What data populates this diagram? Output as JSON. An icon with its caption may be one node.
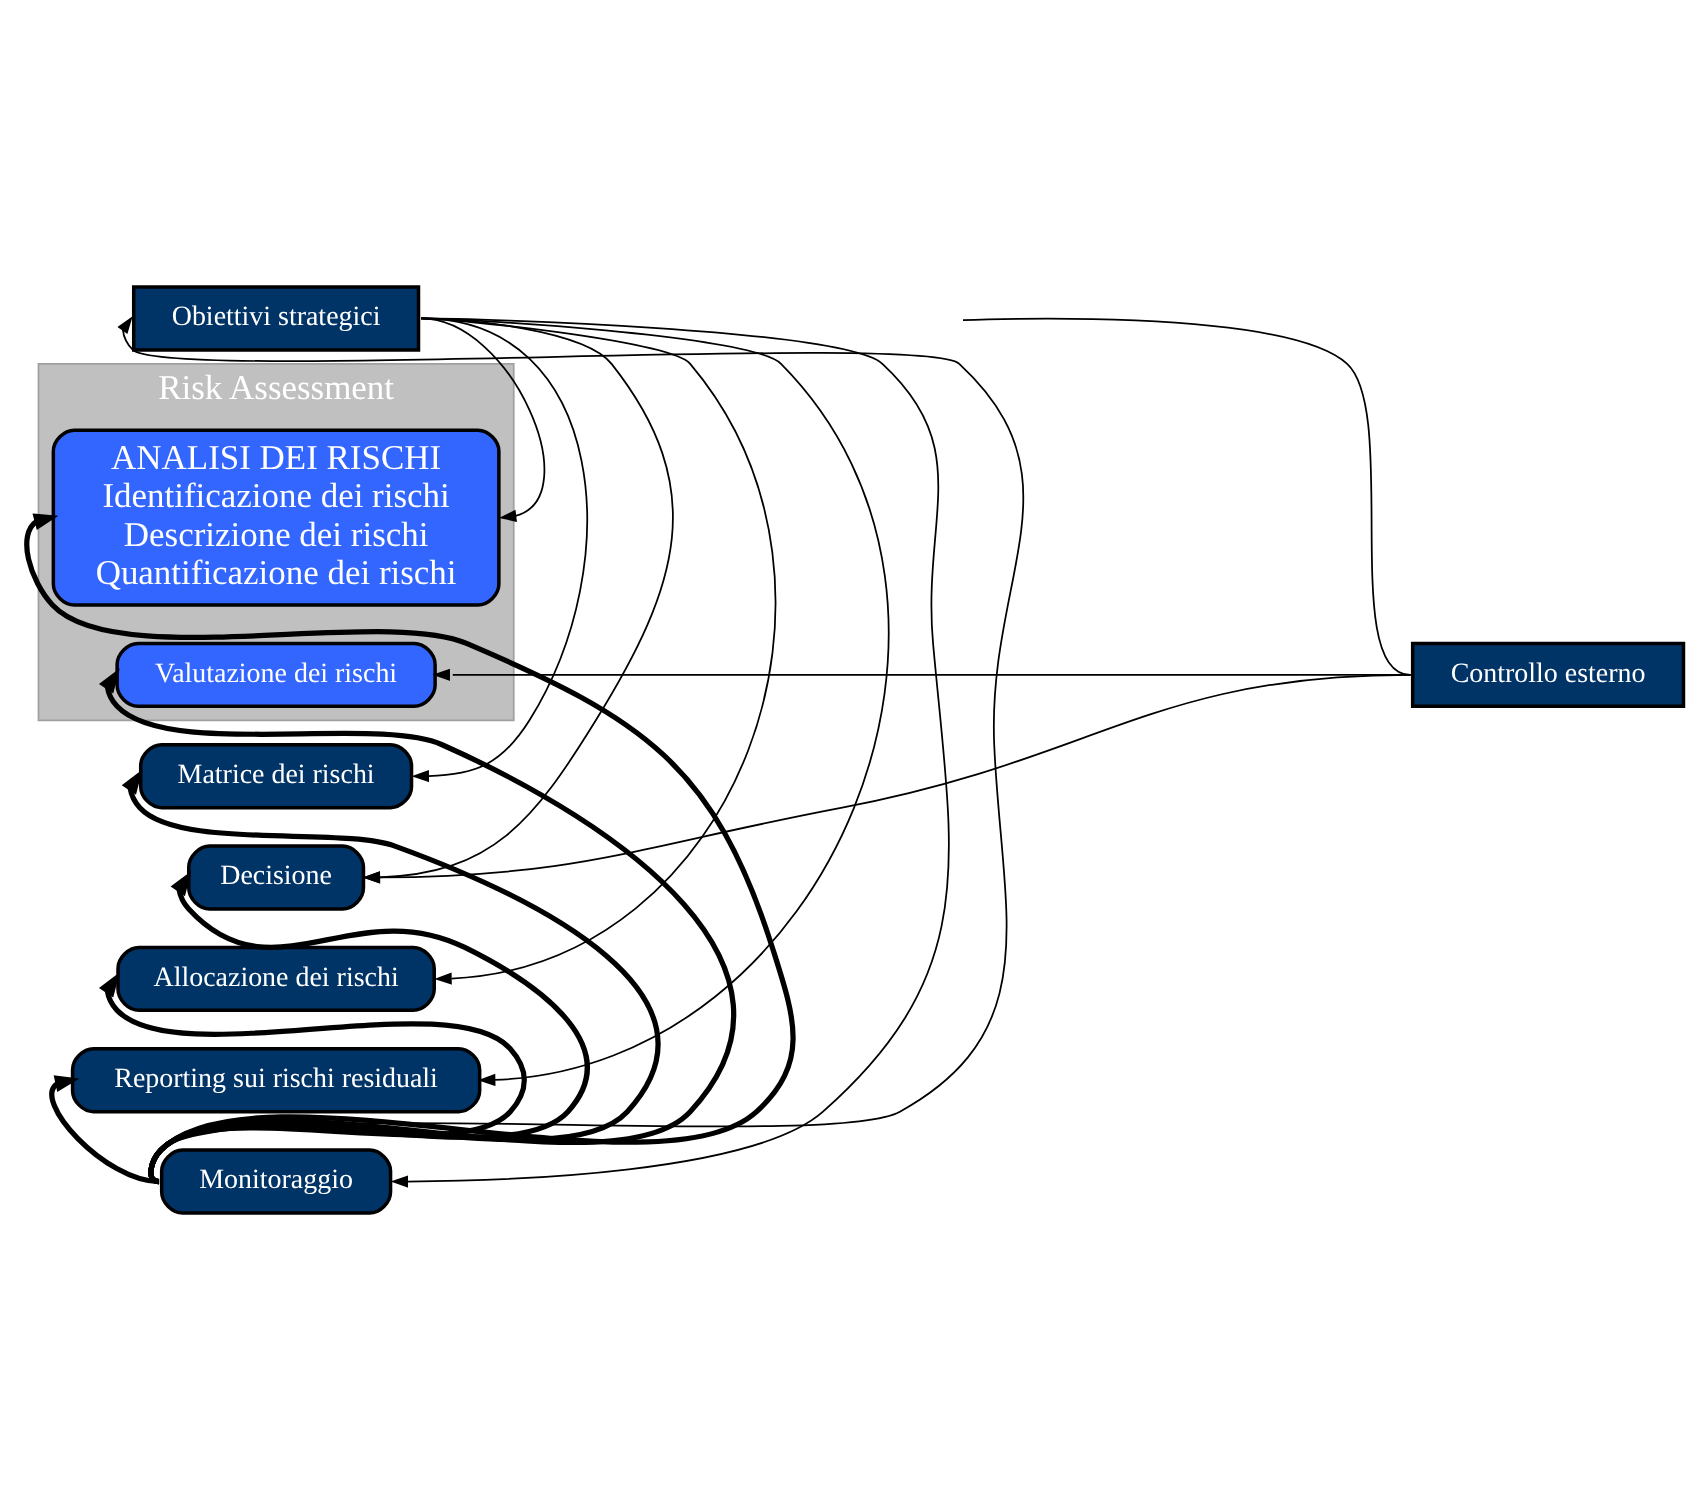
{
  "diagram": {
    "nodes": [
      {
        "text": [
          "Obiettivi strategici"
        ]
      },
      {
        "text": [
          "Risk Assessment"
        ]
      },
      {
        "text": [
          "ANALISI DEI RISCHI",
          "Identificazione dei rischi",
          "Descrizione dei rischi",
          "Quantificazione dei rischi"
        ],
        "in": 1
      },
      {
        "text": [
          "Valutazione dei rischi"
        ],
        "in": 1
      },
      {
        "text": [
          "Matrice dei rischi"
        ]
      },
      {
        "text": [
          "Decisione"
        ]
      },
      {
        "text": [
          "Allocazione dei rischi"
        ]
      },
      {
        "text": [
          "Reporting sui rischi residuali"
        ]
      },
      {
        "text": [
          "Monitoraggio"
        ]
      },
      {
        "text": [
          "Controllo esterno"
        ]
      }
    ],
    "edges": [
      {
        "from": 0,
        "to": 2,
        "arrow": "to"
      },
      {
        "from": 0,
        "to": 4,
        "arrow": "to"
      },
      {
        "from": 0,
        "to": 5,
        "arrow": "to"
      },
      {
        "from": 0,
        "to": 6,
        "arrow": "to"
      },
      {
        "from": 0,
        "to": 7,
        "arrow": "to"
      },
      {
        "from": 0,
        "to": 8,
        "arrow": "to"
      },
      {
        "from": 9,
        "to": 3,
        "arrow": "to"
      },
      {
        "from": 9,
        "to": 5,
        "arrow": "to"
      },
      {
        "from": 9,
        "to": null,
        "arrow": "none"
      },
      {
        "from": 8,
        "to": 2,
        "arrow": "to",
        "style": "thick"
      },
      {
        "from": 8,
        "to": 3,
        "arrow": "to",
        "style": "thick"
      },
      {
        "from": 8,
        "to": 4,
        "arrow": "to",
        "style": "thick"
      },
      {
        "from": 8,
        "to": 5,
        "arrow": "to",
        "style": "thick"
      },
      {
        "from": 8,
        "to": 6,
        "arrow": "to",
        "style": "thick"
      },
      {
        "from": 8,
        "to": 7,
        "arrow": "to",
        "style": "thick"
      },
      {
        "from": 8,
        "to": 0,
        "arrow": "to"
      }
    ]
  }
}
